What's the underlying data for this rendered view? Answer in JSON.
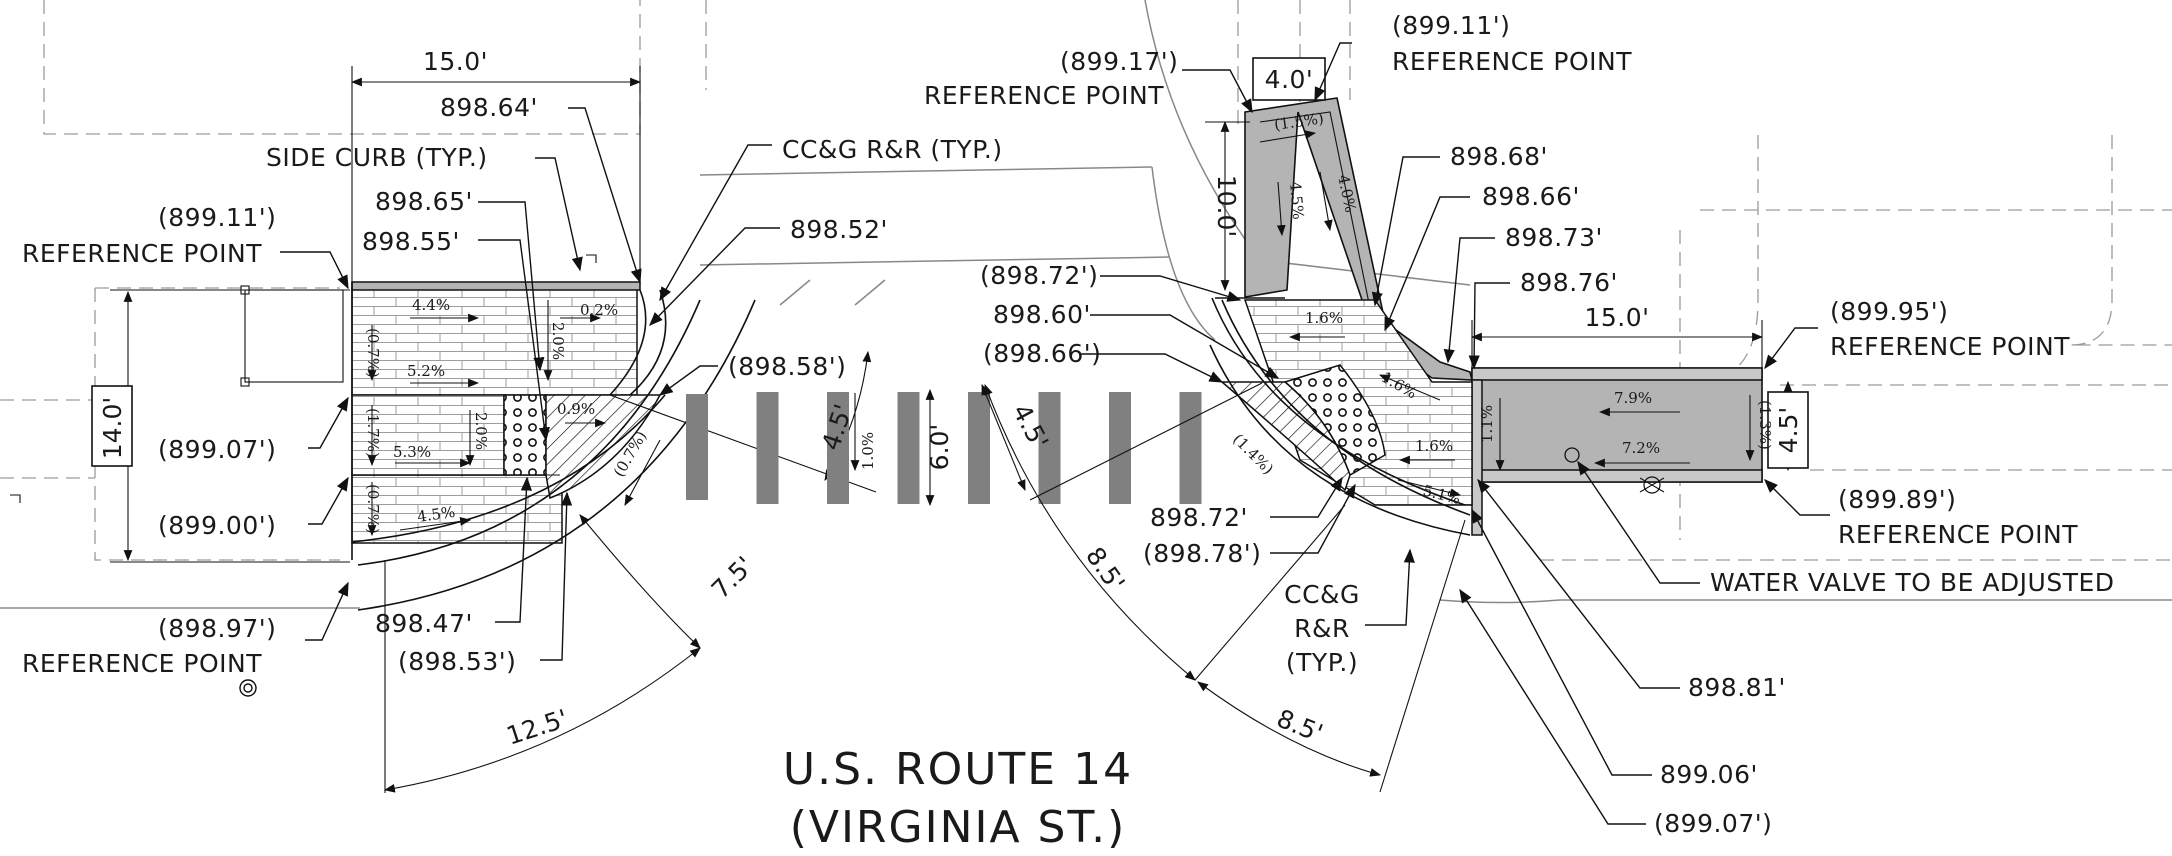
{
  "title": {
    "line1": "U.S. ROUTE 14",
    "line2": "(VIRGINIA ST.)"
  },
  "left_ramp": {
    "dims": {
      "width_top": "15.0'",
      "height_side": "14.0'",
      "radius_a": "4.5'",
      "radius_b": "7.5'",
      "radius_c": "12.5'"
    },
    "labels": {
      "side_curb": "SIDE CURB (TYP.)",
      "ccg_rr": "CC&G R&R (TYP.)",
      "elev_89864": "898.64'",
      "elev_89865": "898.65'",
      "elev_89855": "898.55'",
      "elev_89852": "898.52'",
      "elev_89858": "(898.58')",
      "elev_89911": "(899.11')",
      "ref_point_1": "REFERENCE POINT",
      "elev_89907": "(899.07')",
      "elev_89900": "(899.00')",
      "elev_89897": "(898.97')",
      "ref_point_2": "REFERENCE POINT",
      "elev_89847": "898.47'",
      "elev_89853": "(898.53')"
    },
    "slopes": [
      "4.4%",
      "0.2%",
      "(0.7%)",
      "5.2%",
      "2.0%",
      "(1.7%)",
      "5.3%",
      "2.0%",
      "0.9%",
      "(0.7%)",
      "(0.7%)",
      "4.5%"
    ]
  },
  "crosswalk": {
    "width": "6.0'",
    "slope": "1.0%",
    "bar_count": 8
  },
  "right_ramp": {
    "dims": {
      "top_width": "4.0'",
      "side_length": "10.0'",
      "landing_width": "15.0'",
      "landing_depth": "4.5'",
      "radius_a": "4.5'",
      "radius_b": "8.5'",
      "radius_c": "8.5'"
    },
    "labels": {
      "elev_89911": "(899.11')",
      "ref_point_1": "REFERENCE POINT",
      "elev_89917": "(899.17')",
      "ref_point_2": "REFERENCE POINT",
      "elev_89868": "898.68'",
      "elev_89866": "898.66'",
      "elev_89873": "898.73'",
      "elev_89876": "898.76'",
      "elev_89872a": "(898.72')",
      "elev_89860": "898.60'",
      "elev_89866b": "(898.66')",
      "elev_89995": "(899.95')",
      "ref_point_3": "REFERENCE POINT",
      "elev_89989": "(899.89')",
      "ref_point_4": "REFERENCE POINT",
      "water_valve": "WATER VALVE TO BE ADJUSTED",
      "elev_89872b": "898.72'",
      "elev_89878": "(898.78')",
      "ccg_1": "CC&G",
      "ccg_2": "R&R",
      "ccg_3": "(TYP.)",
      "elev_89881": "898.81'",
      "elev_89906": "899.06'",
      "elev_89907": "(899.07')"
    },
    "slopes": [
      "(1.5%)",
      "4.5%",
      "4.0%",
      "1.6%",
      "1.6%",
      "(1.4%)",
      "1.6%",
      "5.1%",
      "1.1%",
      "7.9%",
      "7.2%",
      "(1.3%)"
    ]
  },
  "colors": {
    "ink": "#111111",
    "concrete_fill": "#b4b4b4",
    "crosswalk_bar": "#808080",
    "hidden_lines": "#9a9a9a"
  }
}
